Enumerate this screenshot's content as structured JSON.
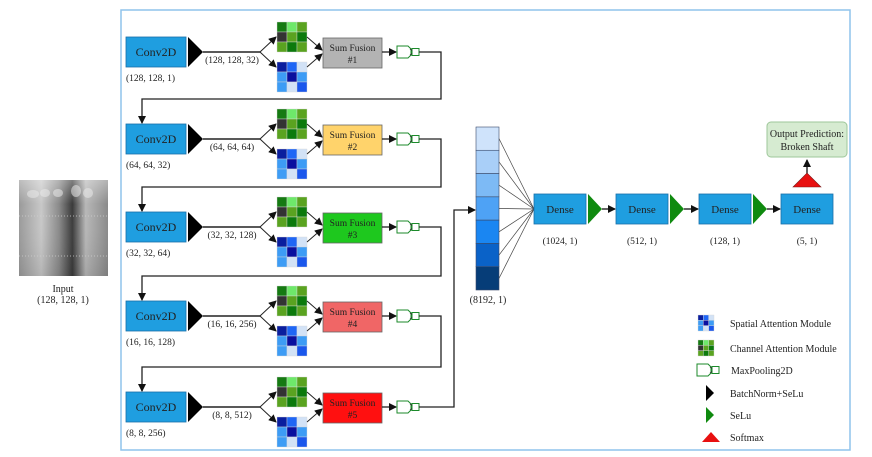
{
  "input": {
    "label": "Input",
    "shape": "(128, 128, 1)"
  },
  "blocks": [
    {
      "conv_label": "Conv2D",
      "conv_in_shape": "(128, 128, 1)",
      "conv_out_shape": "(128, 128, 32)",
      "fusion_label": "Sum Fusion",
      "fusion_num": "#1",
      "fusion_color": "#b3b3b3"
    },
    {
      "conv_label": "Conv2D",
      "conv_in_shape": "(64, 64, 32)",
      "conv_out_shape": "(64, 64, 64)",
      "fusion_label": "Sum Fusion",
      "fusion_num": "#2",
      "fusion_color": "#ffd36b"
    },
    {
      "conv_label": "Conv2D",
      "conv_in_shape": "(32, 32, 64)",
      "conv_out_shape": "(32, 32, 128)",
      "fusion_label": "Sum Fusion",
      "fusion_num": "#3",
      "fusion_color": "#1ec81e"
    },
    {
      "conv_label": "Conv2D",
      "conv_in_shape": "(16, 16, 128)",
      "conv_out_shape": "(16, 16, 256)",
      "fusion_label": "Sum Fusion",
      "fusion_num": "#4",
      "fusion_color": "#f06666"
    },
    {
      "conv_label": "Conv2D",
      "conv_in_shape": "(8, 8, 256)",
      "conv_out_shape": "(8, 8, 512)",
      "fusion_label": "Sum Fusion",
      "fusion_num": "#5",
      "fusion_color": "#ff1010"
    }
  ],
  "flatten": {
    "shape": "(8192, 1)",
    "segment_colors": [
      "#cfe3fb",
      "#a9cff8",
      "#7dbaf5",
      "#4ea2f5",
      "#1a86f2",
      "#0a62c8",
      "#063d78"
    ]
  },
  "dense_layers": [
    {
      "label": "Dense",
      "shape": "(1024, 1)"
    },
    {
      "label": "Dense",
      "shape": "(512, 1)"
    },
    {
      "label": "Dense",
      "shape": "(128, 1)"
    },
    {
      "label": "Dense",
      "shape": "(5, 1)"
    }
  ],
  "output": {
    "line1": "Output Prediction:",
    "line2": "Broken Shaft"
  },
  "legend": [
    {
      "icon": "spatial-attention-icon",
      "label": "Spatial Attention Module"
    },
    {
      "icon": "channel-attention-icon",
      "label": "Channel Attention Module"
    },
    {
      "icon": "maxpooling-icon",
      "label": "MaxPooling2D"
    },
    {
      "icon": "batchnorm-selu-icon",
      "label": "BatchNorm+SeLu"
    },
    {
      "icon": "selu-icon",
      "label": "SeLu"
    },
    {
      "icon": "softmax-icon",
      "label": "Softmax"
    }
  ],
  "colors": {
    "layer_box": "#1f9ee0",
    "frame": "#8fc3ec",
    "selu": "#0f8a0f",
    "softmax": "#e81010",
    "output_box": "#d6ebd1",
    "channel_grid": [
      "#157a12",
      "#6ee86a",
      "#5aa320",
      "#333333",
      "#5aa320",
      "#0c7a0c",
      "#5aa320",
      "#0c7a0c",
      "#5aa320"
    ],
    "spatial_grid": [
      "#0a1e9e",
      "#1f66f5",
      "#d2e2f6",
      "#3d9cf5",
      "#0a0f9e",
      "#3d9cf5",
      "#3d9cf5",
      "#d2e2f6",
      "#1a57ec"
    ]
  }
}
